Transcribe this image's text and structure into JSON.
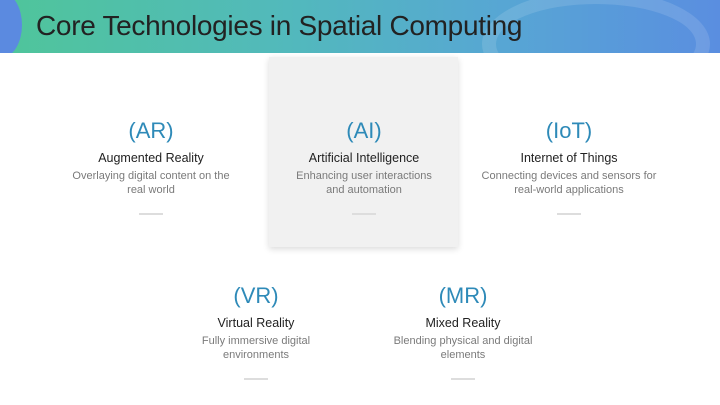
{
  "title": "Core Technologies in Spatial Computing",
  "items": [
    {
      "acronym": "(AR)",
      "name": "Augmented Reality",
      "desc": "Overlaying digital content on the real world"
    },
    {
      "acronym": "(AI)",
      "name": "Artificial Intelligence",
      "desc": "Enhancing user interactions and automation"
    },
    {
      "acronym": "(IoT)",
      "name": "Internet of Things",
      "desc": "Connecting devices and sensors for real-world applications"
    },
    {
      "acronym": "(VR)",
      "name": "Virtual Reality",
      "desc": "Fully immersive digital environments"
    },
    {
      "acronym": "(MR)",
      "name": "Mixed Reality",
      "desc": "Blending physical and digital elements"
    }
  ]
}
